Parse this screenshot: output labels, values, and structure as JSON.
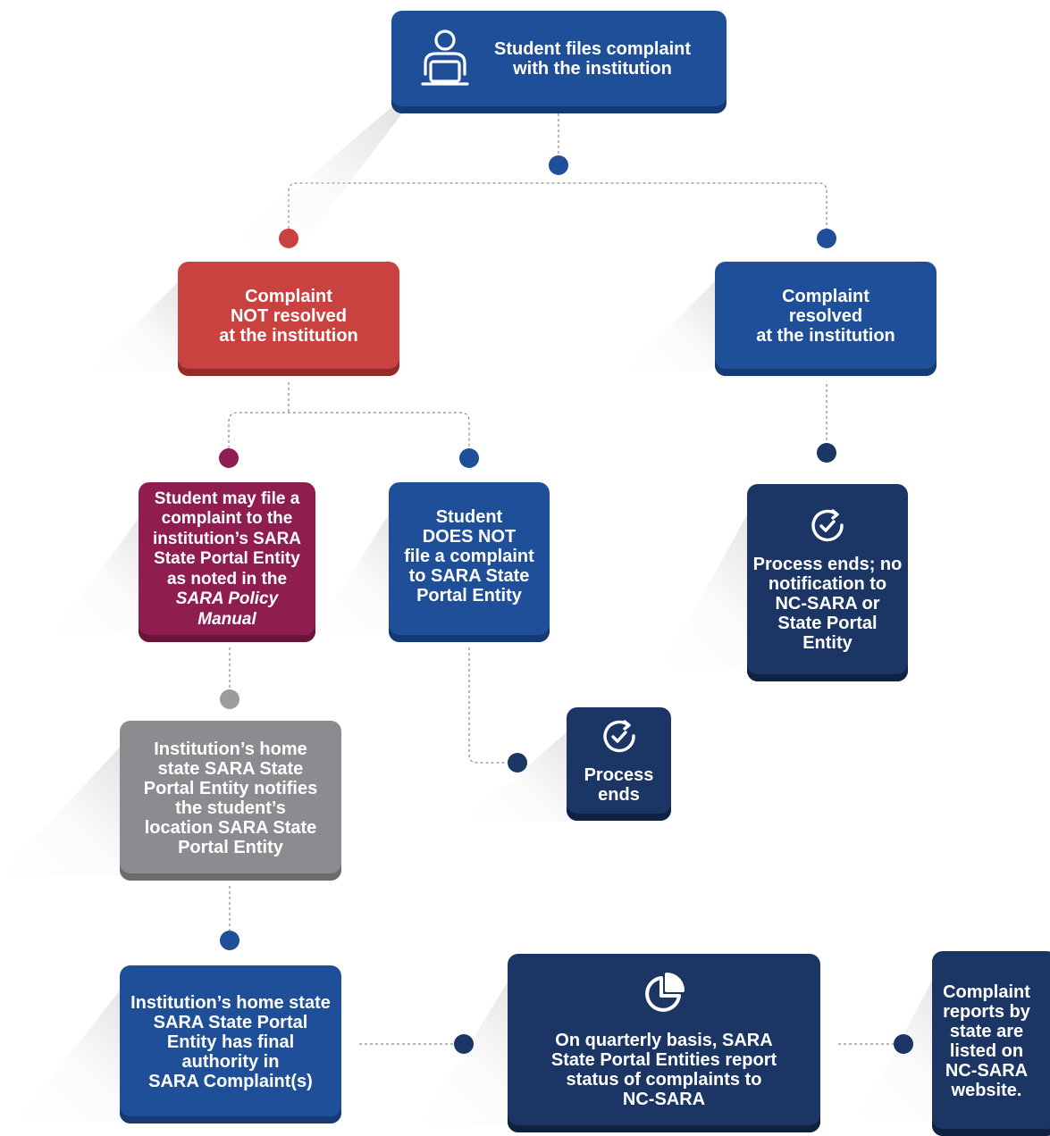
{
  "nodes": {
    "student_files": [
      "Student files complaint",
      "with the institution"
    ],
    "not_resolved": [
      "Complaint",
      "NOT resolved",
      "at the institution"
    ],
    "resolved": [
      "Complaint",
      "resolved",
      "at the institution"
    ],
    "may_file": [
      "Student may file a",
      "complaint to the",
      "institution’s SARA",
      "State Portal Entity",
      "as noted in the",
      "SARA Policy",
      "Manual"
    ],
    "does_not_file": [
      "Student",
      "DOES NOT",
      "file a complaint",
      "to SARA State",
      "Portal Entity"
    ],
    "process_ends_no_notification": [
      "Process ends; no",
      "notification to",
      "NC-SARA or",
      "State Portal",
      "Entity"
    ],
    "process_ends": [
      "Process",
      "ends"
    ],
    "home_state_notifies": [
      "Institution’s home",
      "state SARA State",
      "Portal Entity notifies",
      "the student’s",
      "location SARA State",
      "Portal Entity"
    ],
    "final_authority": [
      "Institution’s home state",
      "SARA State Portal",
      "Entity has final",
      "authority in",
      "SARA Complaint(s)"
    ],
    "quarterly_report": [
      "On quarterly basis, SARA",
      "State Portal Entities report",
      "status of complaints to",
      "NC-SARA"
    ],
    "reports_listed": [
      "Complaint",
      "reports by",
      "state are",
      "listed on",
      "NC-SARA",
      "website."
    ]
  },
  "icons": {
    "student": "student-laptop-icon",
    "check": "circular-check-icon",
    "report": "pie-chart-icon"
  },
  "colors": {
    "blue": "#1f4f99",
    "navy": "#1b3565",
    "red": "#c9423f",
    "magenta": "#8f1d4f",
    "gray": "#8b8c8f"
  }
}
